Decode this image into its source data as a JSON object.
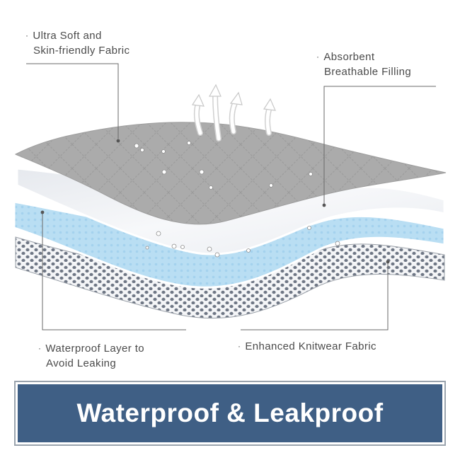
{
  "callouts": {
    "top_left": {
      "line1": "Ultra Soft and",
      "line2": "Skin-friendly Fabric"
    },
    "top_right": {
      "line1": "Absorbent",
      "line2": "Breathable Filling"
    },
    "bottom_left": {
      "line1": "Waterproof Layer to",
      "line2": "Avoid Leaking"
    },
    "bottom_right": {
      "line1": "Enhanced Knitwear Fabric"
    }
  },
  "banner": {
    "text": "Waterproof & Leakproof"
  },
  "colors": {
    "top_fabric": "#a9a9a9",
    "filling": "#f1f3f6",
    "waterproof_layer": "#bcdff3",
    "knit_layer": "#7b8290",
    "banner": "#3f5f85",
    "leader_line": "#555555"
  }
}
